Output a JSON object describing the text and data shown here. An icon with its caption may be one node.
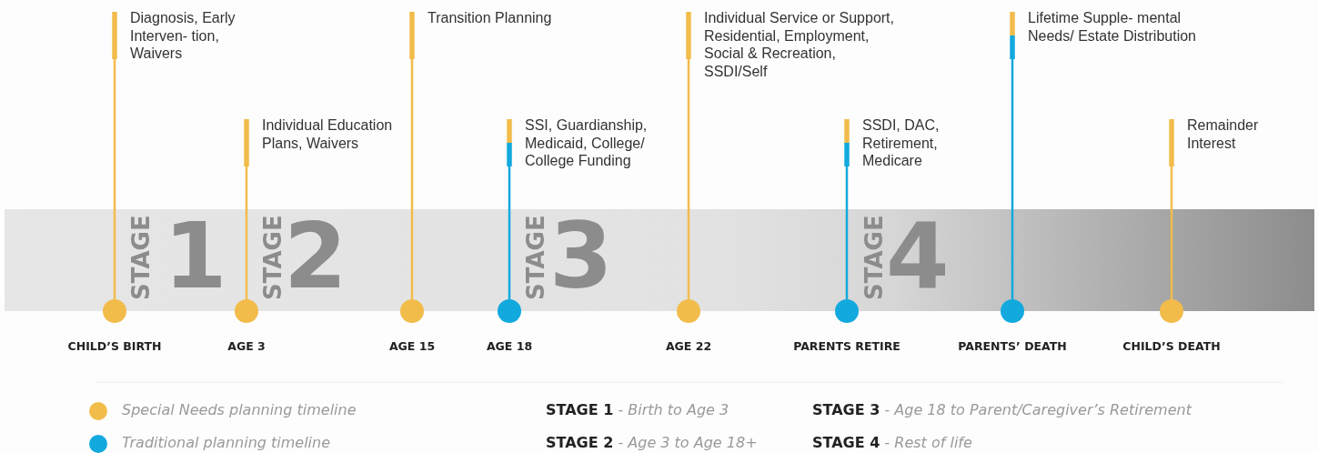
{
  "diagram": {
    "nodes": [
      {
        "text": [
          "Diagnosis, Early Interven- tion, Waivers"
        ]
      },
      {
        "text": [
          "CHILD’S BIRTH"
        ]
      },
      {
        "text": [
          "Individual Education Plans, Waivers"
        ]
      },
      {
        "text": [
          "AGE 3"
        ]
      },
      {
        "text": [
          "Transition Planning"
        ]
      },
      {
        "text": [
          "AGE 15"
        ]
      },
      {
        "text": [
          "SSI, Guardianship, Medicaid, College/ College Funding"
        ]
      },
      {
        "text": [
          "AGE 18"
        ]
      },
      {
        "text": [
          "Individual Service or Support, Residential, Employment, Social & Recreation, SSDI/Self"
        ]
      },
      {
        "text": [
          "AGE 22"
        ]
      },
      {
        "text": [
          "SSDI, DAC, Retirement, Medicare"
        ]
      },
      {
        "text": [
          "PARENTS RETIRE"
        ]
      },
      {
        "text": [
          "Lifetime Supple- mental Needs/ Estate Distribution"
        ]
      },
      {
        "text": [
          "PARENTS’ DEATH"
        ]
      },
      {
        "text": [
          "Remainder Interest"
        ]
      },
      {
        "text": [
          "CHILD’S DEATH"
        ]
      }
    ],
    "edges": [
      {
        "from": 1,
        "to": 0,
        "arrow": "none"
      },
      {
        "from": 3,
        "to": 2,
        "arrow": "none"
      },
      {
        "from": 5,
        "to": 4,
        "arrow": "none"
      },
      {
        "from": 7,
        "to": 6,
        "arrow": "none",
        "color": "#12a9de"
      },
      {
        "from": 9,
        "to": 8,
        "arrow": "none"
      },
      {
        "from": 11,
        "to": 10,
        "arrow": "none",
        "color": "#12a9de"
      },
      {
        "from": 13,
        "to": 12,
        "arrow": "none",
        "color": "#12a9de"
      },
      {
        "from": 15,
        "to": 14,
        "arrow": "none"
      }
    ],
    "labels": [
      "STAGE",
      "1",
      "STAGE",
      "2",
      "STAGE",
      "3",
      "STAGE",
      "4",
      "**STAGE 1** - *Birth to Age 3*",
      "**STAGE 3** - *Age 18 to Parent/Caregiver’s Retirement*",
      "**STAGE 2** - *Age 3 to Age 18+*",
      "**STAGE 4** - *Rest of life*"
    ],
    "legend": [
      {
        "text": "Special Needs planning timeline",
        "color": "#f2bc4b"
      },
      {
        "text": "Traditional planning timeline",
        "color": "#12a9de"
      }
    ]
  }
}
